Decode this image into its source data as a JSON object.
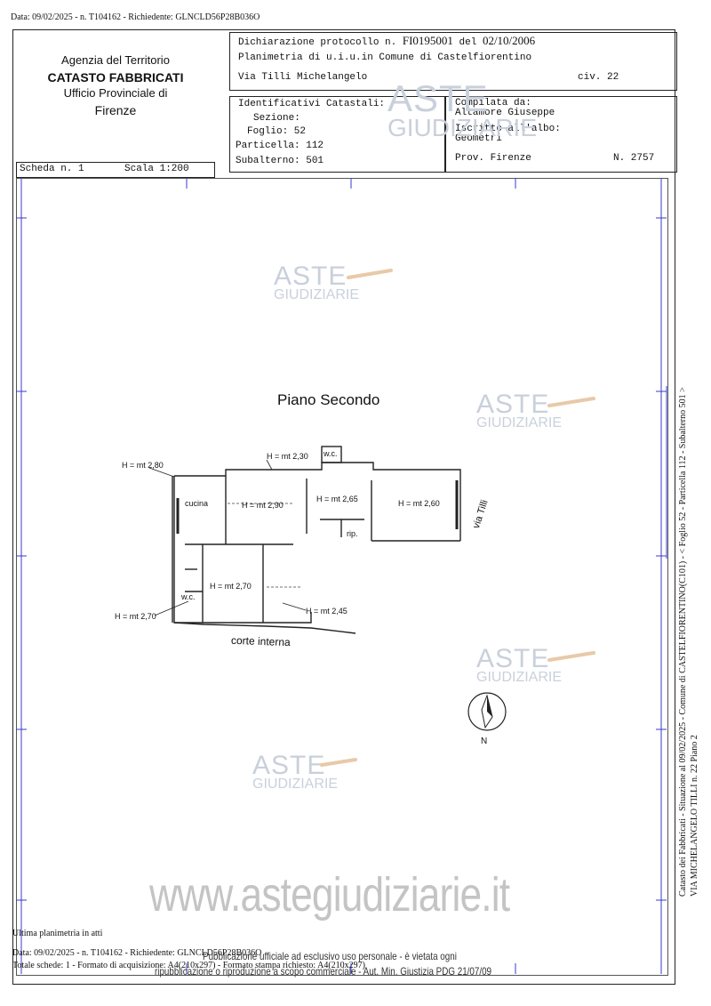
{
  "top_header": "Data: 09/02/2025 - n. T104162 - Richiedente: GLNCLD56P28B036O",
  "agency": {
    "line1": "Agenzia del Territorio",
    "line2": "CATASTO FABBRICATI",
    "line3": "Ufficio Provinciale di",
    "line4": "Firenze"
  },
  "declaration": {
    "label": "Dichiarazione protocollo n.",
    "protocol": "FI0195001",
    "date_label": "del",
    "date": "02/10/2006",
    "line2": "Planimetria di u.i.u.in Comune di Castelfiorentino",
    "street": "Via Tilli Michelangelo",
    "civ": "civ. 22"
  },
  "identifiers": {
    "title": "Identificativi Catastali:",
    "sezione": "Sezione:",
    "foglio": "Foglio: 52",
    "particella": "Particella: 112",
    "subalterno": "Subalterno: 501"
  },
  "compiler": {
    "label": "Compilata da:",
    "name": "Altamore Giuseppe",
    "albo_label": "Iscritto all'albo:",
    "albo": "Geometri",
    "prov": "Prov. Firenze",
    "number": "N.  2757"
  },
  "scheda": "Scheda n. 1",
  "scala": "Scala 1:200",
  "plan": {
    "title": "Piano Secondo",
    "street_label": "via Tilli",
    "court_label": "corte interna",
    "north": "N",
    "labels": {
      "h280": "H = mt 2,80",
      "h230": "H = mt 2,30",
      "wc_top": "w.c.",
      "cucina": "cucina",
      "h290": "H = mt 2,90",
      "h265": "H = mt 2,65",
      "h260": "H = mt 2,60",
      "rip": "rip.",
      "h270a": "H = mt 2,70",
      "wc_bottom": "w.c.",
      "h270b": "H = mt 2,70",
      "h245": "H = mt 2,45"
    }
  },
  "watermark": {
    "brand1": "ASTE",
    "brand2": "GIUDIZIARIE",
    "url": "www.astegiudiziarie.it"
  },
  "footer": {
    "ultima": "Ultima planimetria in atti",
    "line1": "Data: 09/02/2025 - n. T104162 - Richiedente: GLNCLD56P28B036O",
    "line2": "Totale schede: 1 - Formato di acquisizione: A4(210x297) - Formato stampa richiesto: A4(210x297)",
    "notice1": "Pubblicazione ufficiale ad esclusivo uso personale - è vietata ogni",
    "notice2": "ripubblicazione o riproduzione a scopo commerciale - Aut. Min. Giustizia PDG 21/07/09"
  },
  "side": {
    "line1": "Catasto dei Fabbricati - Situazione al 09/02/2025 - Comune di CASTELFIORENTINO(C101) - < Foglio 52 - Particella 112 - Subalterno 501 >",
    "line2": "VIA MICHELANGELO TILLI n. 22 Piano 2"
  }
}
